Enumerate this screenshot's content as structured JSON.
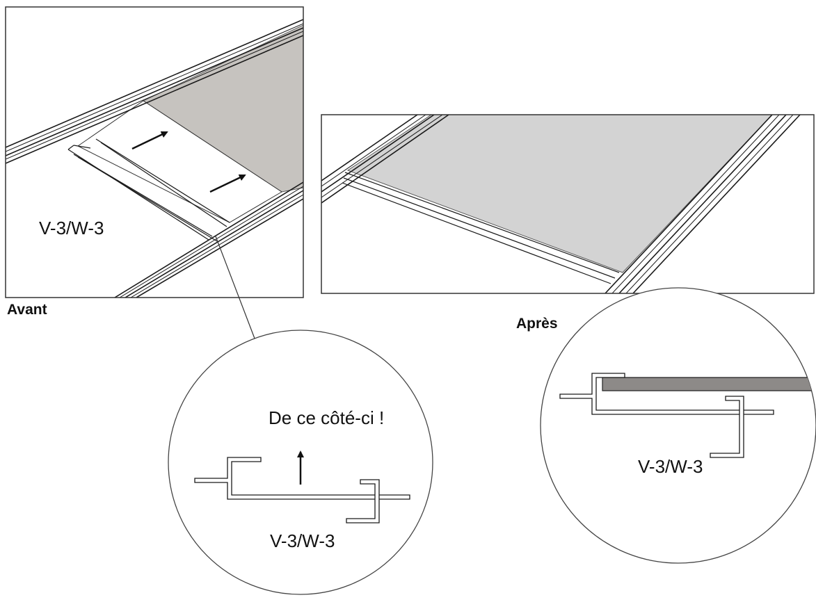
{
  "labels": {
    "before": "Avant",
    "after": "Après",
    "profile_top_left": "V-3/W-3",
    "profile_zoom_left": "V-3/W-3",
    "profile_zoom_right": "V-3/W-3",
    "side_note": "De ce côté-ci !"
  },
  "colors": {
    "line": "#1a1a1a",
    "panel_dark": "#c6c3bf",
    "panel_light": "#d3d3d3",
    "panel_zoom": "#8d8a88",
    "background": "#ffffff"
  }
}
